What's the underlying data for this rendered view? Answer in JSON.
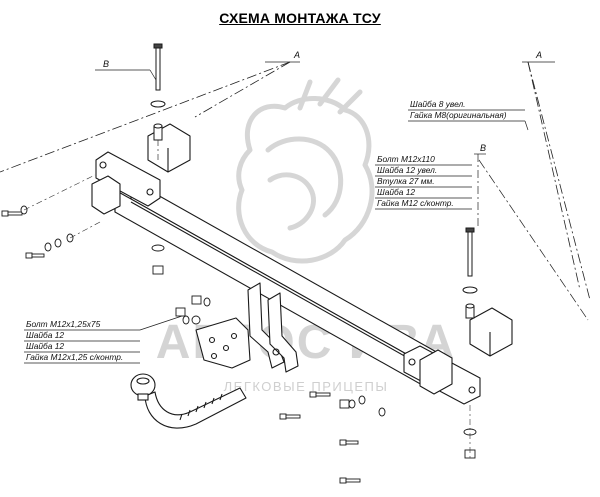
{
  "title": "СХЕМА МОНТАЖА ТСУ",
  "watermark": {
    "brand": "АВТОС ИВА",
    "tagline": "ЛЕГКОВЫЕ ПРИЦЕПЫ"
  },
  "view_labels": {
    "A_left": "A",
    "A_right": "A",
    "B_left": "B",
    "B_right": "B"
  },
  "callouts": {
    "top_right": [
      "Шайба 8 увел.",
      "Гайка M8(оригинальная)"
    ],
    "middle": [
      "Болт M12x110",
      "Шайба 12 увел.",
      "Втулка 27 мм.",
      "Шайба 12",
      "Гайка M12 с/контр."
    ],
    "left": [
      "Болт M12x1,25x75",
      "Шайба 12",
      "Шайба 12",
      "Гайка M12x1,25 с/контр."
    ]
  },
  "colors": {
    "line": "#1a1a1a",
    "dash": "#333333",
    "watermark": "#d4d4d4"
  }
}
